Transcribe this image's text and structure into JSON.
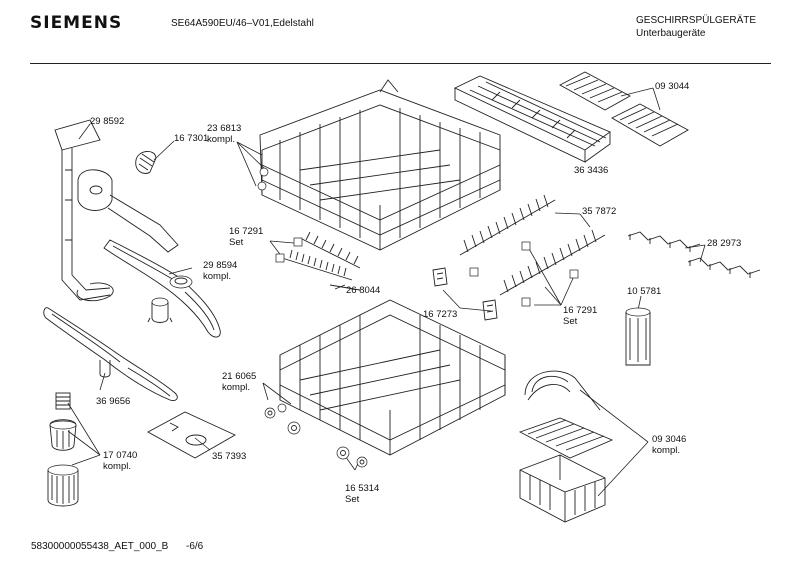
{
  "header": {
    "brand": "SIEMENS",
    "model": "SE64A590EU/46–V01,Edelstahl",
    "category": "GESCHIRRSPÜLGERÄTE",
    "subcategory": "Unterbaugeräte"
  },
  "labels": {
    "p298592": "29 8592",
    "p167301": "16 7301",
    "p236813": "23 6813",
    "p236813_sub": "kompl.",
    "p093044": "09 3044",
    "p363436": "36 3436",
    "p167291a": "16 7291",
    "p167291a_sub": "Set",
    "p357872": "35 7872",
    "p282973": "28 2973",
    "p298594": "29 8594",
    "p298594_sub": "kompl.",
    "p268044": "26 8044",
    "p167273": "16 7273",
    "p167291b": "16 7291",
    "p167291b_sub": "Set",
    "p105781": "10 5781",
    "p216065": "21 6065",
    "p216065_sub": "kompl.",
    "p369656": "36 9656",
    "p093046": "09 3046",
    "p093046_sub": "kompl.",
    "p170740": "17 0740",
    "p170740_sub": "kompl.",
    "p357393": "35 7393",
    "p165314": "16 5314",
    "p165314_sub": "Set"
  },
  "footer": {
    "doc_id": "58300000055438_AET_000_B",
    "page": "-6/6"
  }
}
